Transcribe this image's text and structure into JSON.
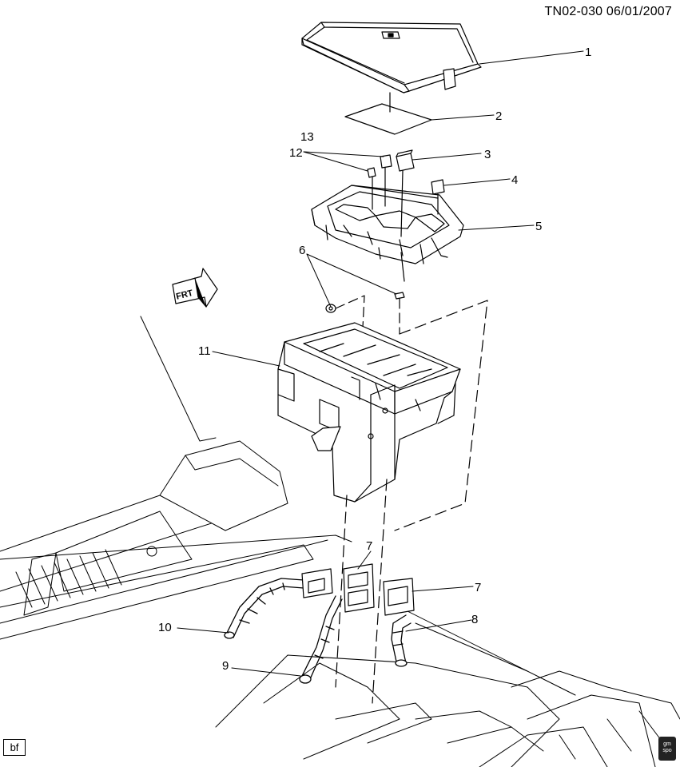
{
  "header": {
    "code": "TN02-030 06/01/2007"
  },
  "callouts": {
    "c1": "1",
    "c2": "2",
    "c3": "3",
    "c4": "4",
    "c5": "5",
    "c6": "6",
    "c7a": "7",
    "c7b": "7",
    "c8": "8",
    "c9": "9",
    "c10": "10",
    "c11": "11",
    "c12": "12",
    "c13": "13"
  },
  "frt_label": "FRT",
  "footer": {
    "corner_code": "bf",
    "logo_text": "gm spo"
  }
}
